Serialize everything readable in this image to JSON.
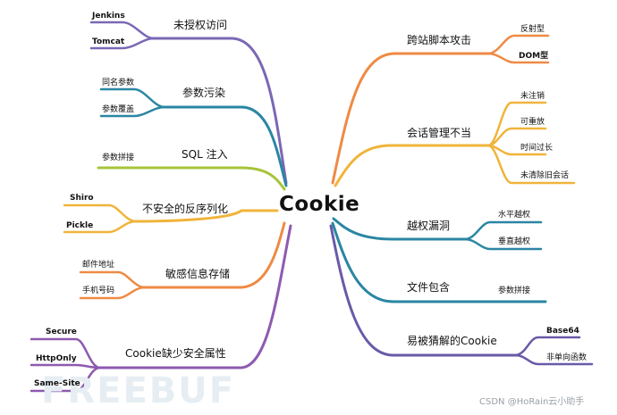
{
  "center": {
    "label": "Cookie"
  },
  "branches": [
    {
      "label": "未授权访问",
      "color": "#7b68b5",
      "leaves": [
        "Jenkins",
        "Tomcat"
      ]
    },
    {
      "label": "参数污染",
      "color": "#2a86a3",
      "leaves": [
        "同名参数",
        "参数覆盖"
      ]
    },
    {
      "label": "SQL 注入",
      "color": "#a7c43a",
      "leaves": [
        "参数拼接"
      ]
    },
    {
      "label": "不安全的反序列化",
      "color": "#f0b43a",
      "leaves": [
        "Shiro",
        "Pickle"
      ]
    },
    {
      "label": "敏感信息存储",
      "color": "#ee8a44",
      "leaves": [
        "邮件地址",
        "手机号码"
      ]
    },
    {
      "label": "Cookie缺少安全属性",
      "color": "#8e5ab0",
      "leaves": [
        "Secure",
        "HttpOnly",
        "Same-Site"
      ]
    },
    {
      "label": "跨站脚本攻击",
      "color": "#ee8a44",
      "leaves": [
        "反射型",
        "DOM型"
      ]
    },
    {
      "label": "会话管理不当",
      "color": "#f0b43a",
      "leaves": [
        "未注销",
        "可重放",
        "时间过长",
        "未清除旧会话"
      ]
    },
    {
      "label": "越权漏洞",
      "color": "#2a86a3",
      "leaves": [
        "水平越权",
        "垂直越权"
      ]
    },
    {
      "label": "文件包含",
      "color": "#2a86a3",
      "leaves": [
        "参数拼接"
      ]
    },
    {
      "label": "易被猜解的Cookie",
      "color": "#6a5aa8",
      "leaves": [
        "Base64",
        "非单向函数"
      ]
    }
  ],
  "watermark": "FREEBUF",
  "credit": "CSDN @HoRain云小助手"
}
